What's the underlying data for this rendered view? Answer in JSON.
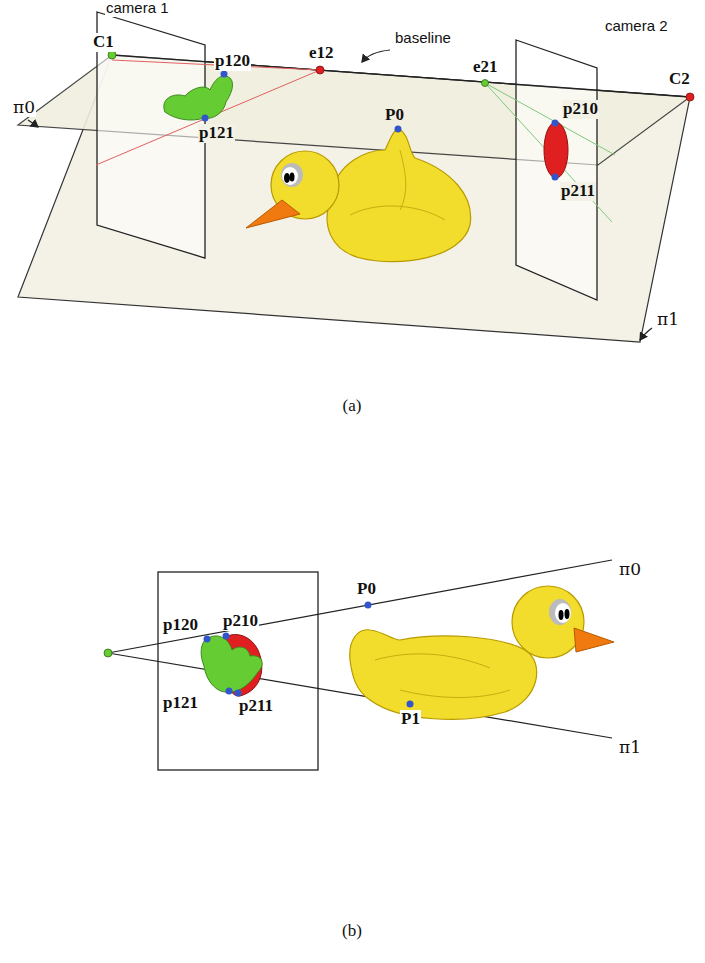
{
  "diagram": {
    "labels": [
      "camera 1",
      "C1",
      "p120",
      "e12",
      "baseline",
      "e21",
      "camera 2",
      "P0",
      "p210",
      "C2",
      "π0",
      "p121",
      "p211",
      "π1",
      "(a)",
      "p120",
      "p210",
      "P0",
      "p121",
      "p211",
      "P1",
      "π0",
      "π1",
      "(b)"
    ]
  }
}
